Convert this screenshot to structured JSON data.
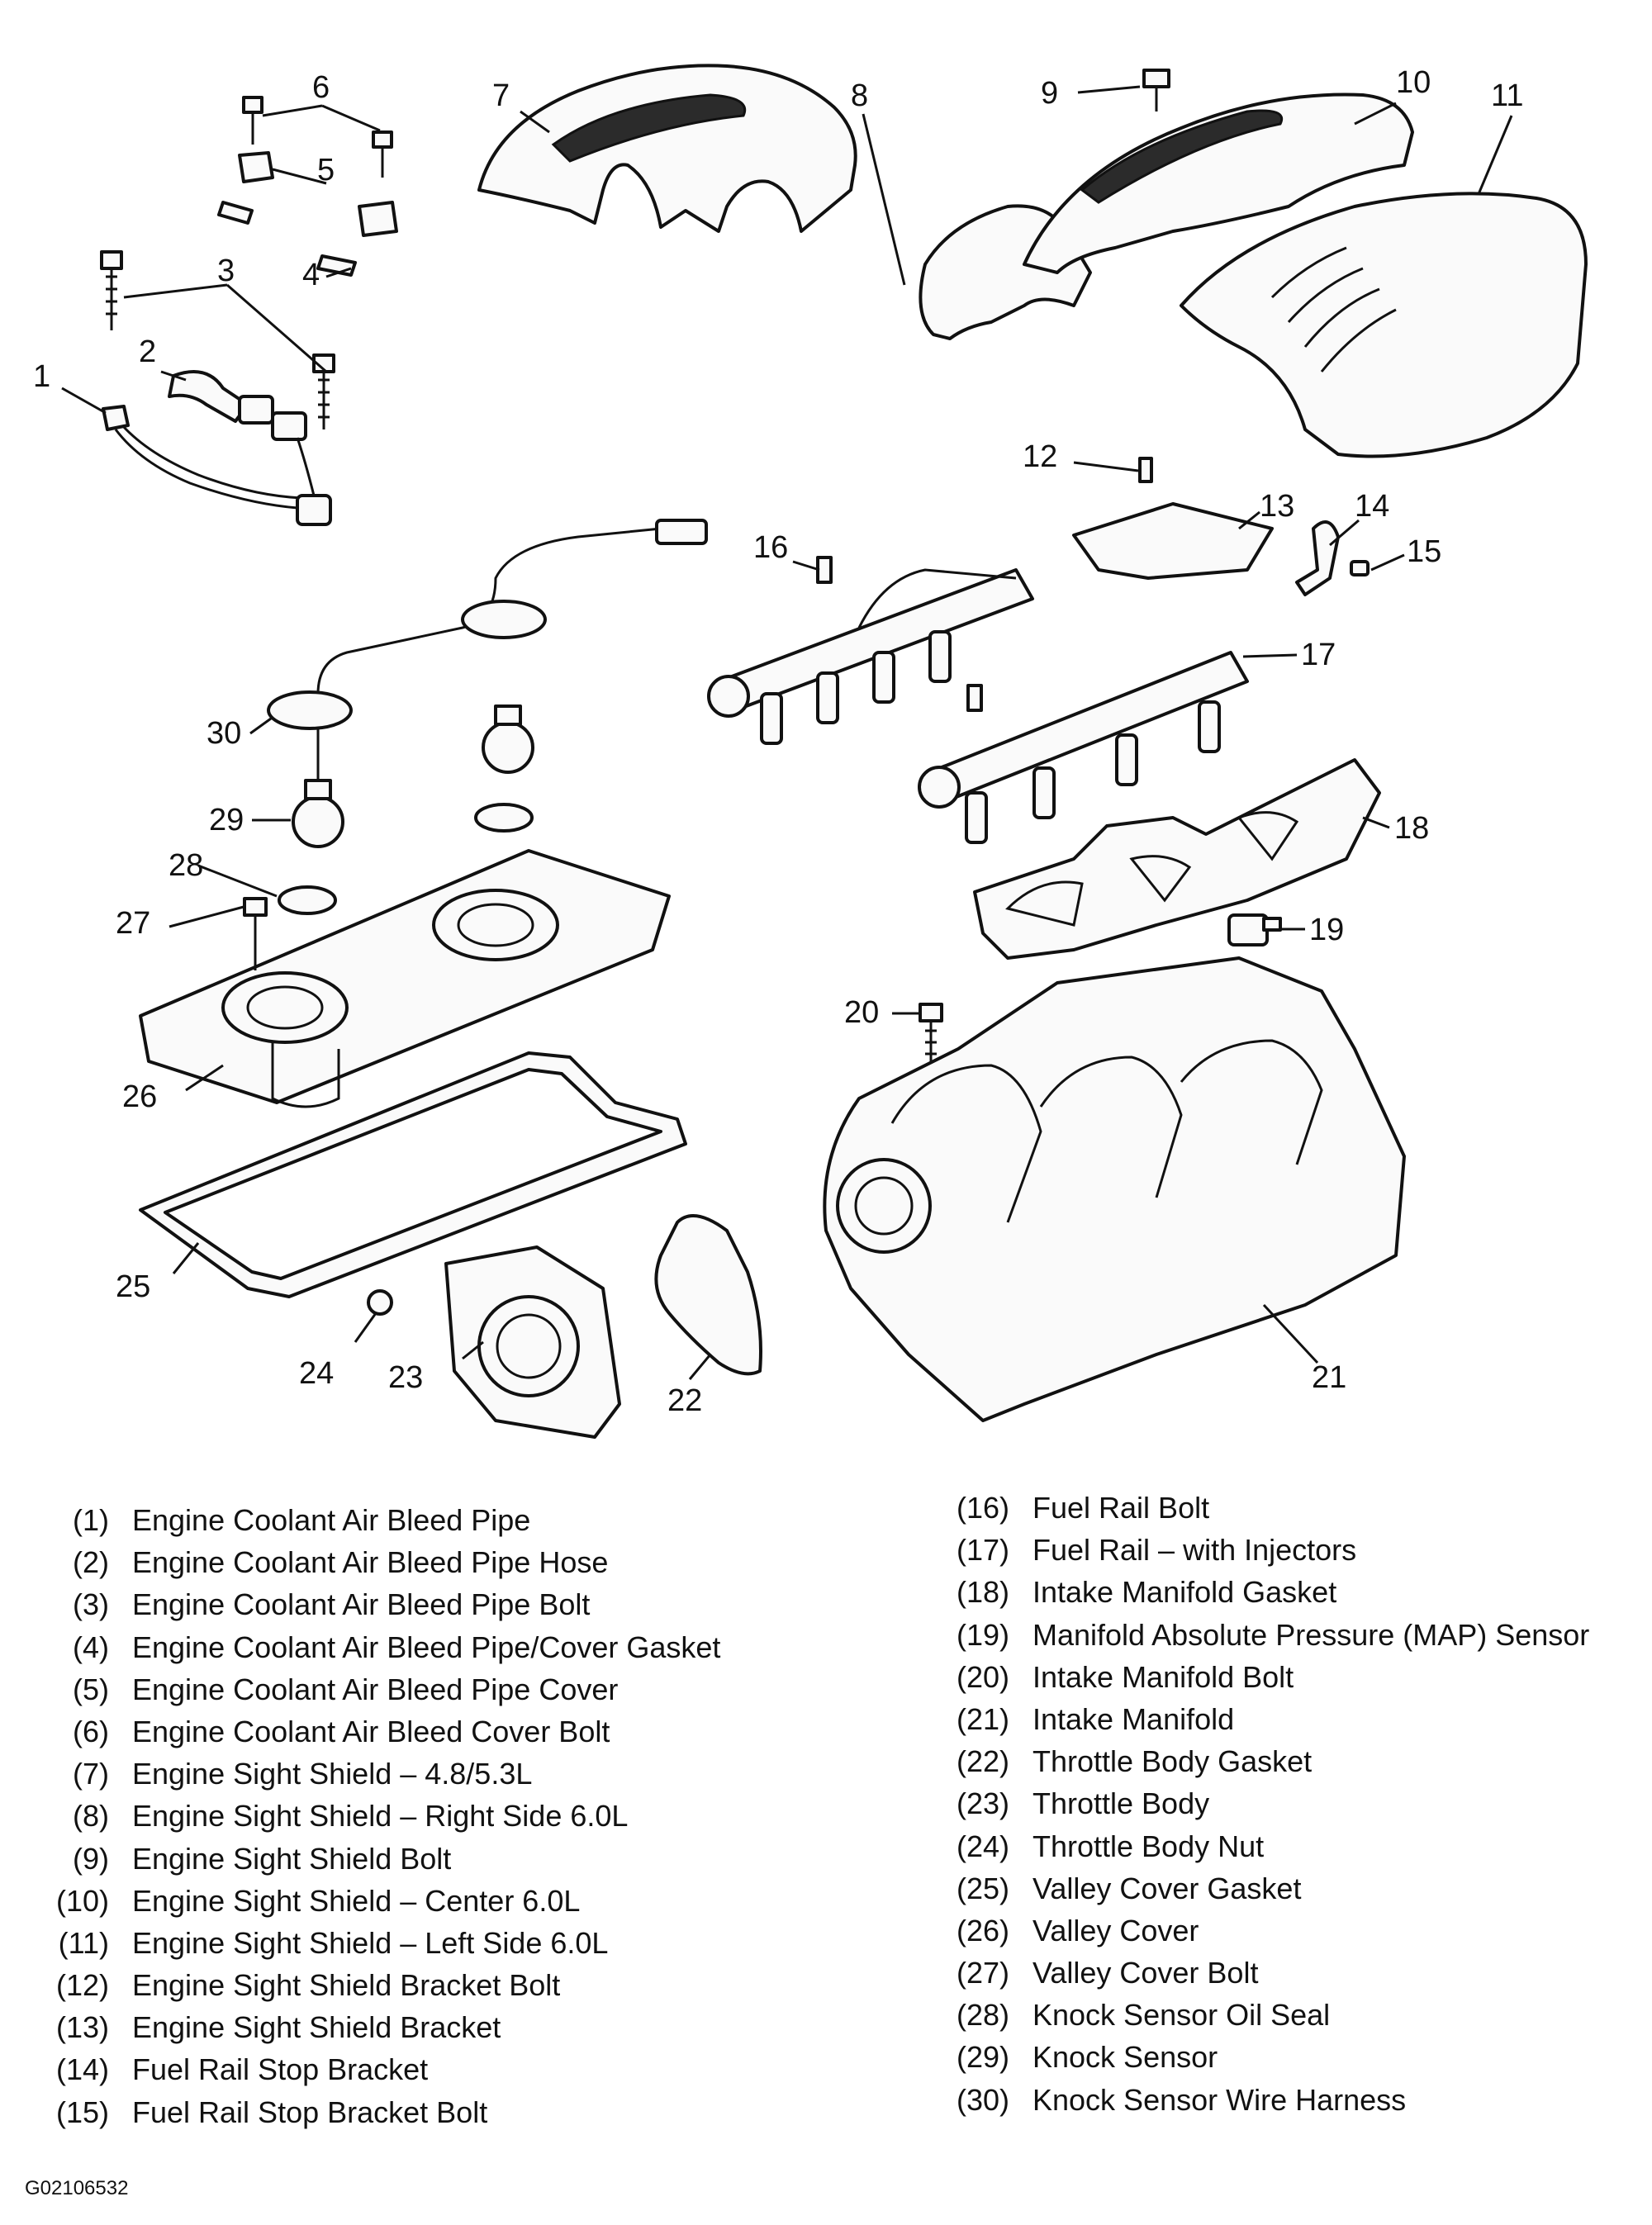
{
  "callouts": [
    "1",
    "2",
    "3",
    "4",
    "5",
    "6",
    "7",
    "8",
    "9",
    "10",
    "11",
    "12",
    "13",
    "14",
    "15",
    "16",
    "17",
    "18",
    "19",
    "20",
    "21",
    "22",
    "23",
    "24",
    "25",
    "26",
    "27",
    "28",
    "29",
    "30"
  ],
  "legend_left": [
    {
      "num": "(1)",
      "label": "Engine Coolant Air Bleed Pipe"
    },
    {
      "num": "(2)",
      "label": "Engine Coolant Air Bleed Pipe Hose"
    },
    {
      "num": "(3)",
      "label": "Engine Coolant Air Bleed Pipe Bolt"
    },
    {
      "num": "(4)",
      "label": "Engine Coolant Air Bleed Pipe/Cover Gasket"
    },
    {
      "num": "(5)",
      "label": "Engine Coolant Air Bleed Pipe Cover"
    },
    {
      "num": "(6)",
      "label": "Engine Coolant Air Bleed Cover Bolt"
    },
    {
      "num": "(7)",
      "label": "Engine Sight Shield – 4.8/5.3L"
    },
    {
      "num": "(8)",
      "label": "Engine Sight Shield – Right Side 6.0L"
    },
    {
      "num": "(9)",
      "label": "Engine Sight Shield Bolt"
    },
    {
      "num": "(10)",
      "label": "Engine Sight Shield – Center 6.0L"
    },
    {
      "num": "(11)",
      "label": "Engine Sight Shield – Left Side 6.0L"
    },
    {
      "num": "(12)",
      "label": "Engine Sight Shield Bracket Bolt"
    },
    {
      "num": "(13)",
      "label": "Engine Sight Shield Bracket"
    },
    {
      "num": "(14)",
      "label": "Fuel Rail Stop Bracket"
    },
    {
      "num": "(15)",
      "label": "Fuel Rail Stop Bracket Bolt"
    }
  ],
  "legend_right": [
    {
      "num": "(16)",
      "label": "Fuel Rail Bolt"
    },
    {
      "num": "(17)",
      "label": "Fuel Rail – with Injectors"
    },
    {
      "num": "(18)",
      "label": "Intake Manifold Gasket"
    },
    {
      "num": "(19)",
      "label": "Manifold Absolute Pressure (MAP) Sensor"
    },
    {
      "num": "(20)",
      "label": "Intake Manifold Bolt"
    },
    {
      "num": "(21)",
      "label": "Intake Manifold"
    },
    {
      "num": "(22)",
      "label": "Throttle Body Gasket"
    },
    {
      "num": "(23)",
      "label": "Throttle Body"
    },
    {
      "num": "(24)",
      "label": "Throttle Body Nut"
    },
    {
      "num": "(25)",
      "label": "Valley Cover Gasket"
    },
    {
      "num": "(26)",
      "label": "Valley Cover"
    },
    {
      "num": "(27)",
      "label": "Valley Cover Bolt"
    },
    {
      "num": "(28)",
      "label": "Knock Sensor Oil Seal"
    },
    {
      "num": "(29)",
      "label": "Knock Sensor"
    },
    {
      "num": "(30)",
      "label": "Knock Sensor Wire Harness"
    }
  ],
  "figure_id": "G02106532"
}
